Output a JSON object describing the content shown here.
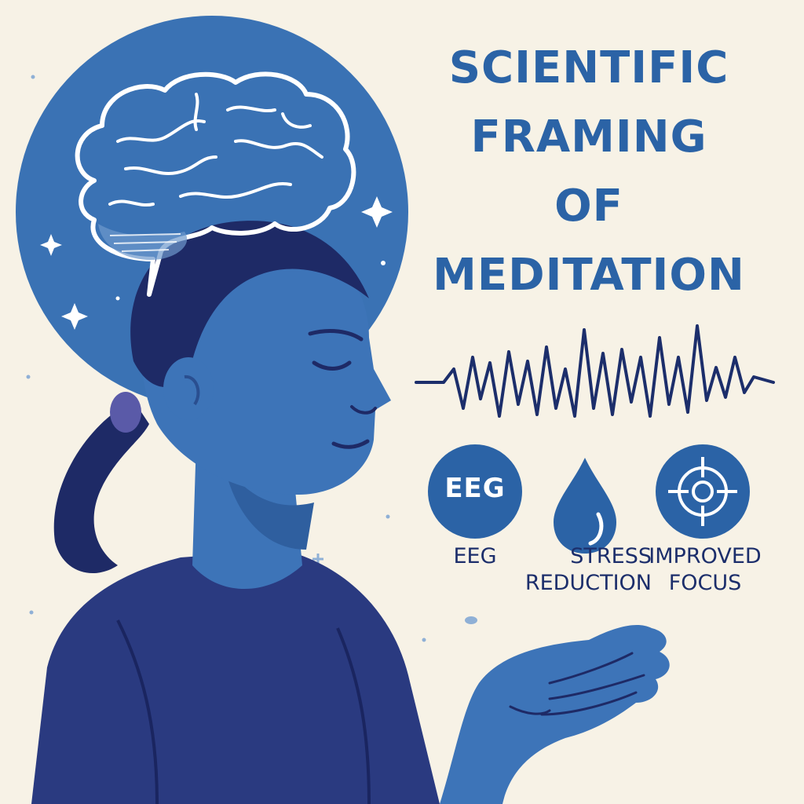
{
  "title": {
    "line1": "SCIENTIFIC",
    "line2": "FRAMING",
    "line3": "OF",
    "line4": "MEDITATION"
  },
  "icons": [
    {
      "name": "eeg-icon",
      "badge_text": "EEG",
      "caption_lines": [
        "EEG"
      ]
    },
    {
      "name": "water-drop-icon",
      "caption_lines": [
        "STRESS",
        "REDUCTION"
      ]
    },
    {
      "name": "target-icon",
      "caption_lines": [
        "IMPROVED",
        "FOCUS"
      ]
    }
  ],
  "colors": {
    "background": "#f7f2e6",
    "title": "#2b63a6",
    "halo": "#3a72b4",
    "skin": "#3d74b8",
    "hair": "#1e2a66",
    "shirt": "#2a3a80",
    "wave": "#1c2e6b",
    "badge": "#2b63a6"
  }
}
